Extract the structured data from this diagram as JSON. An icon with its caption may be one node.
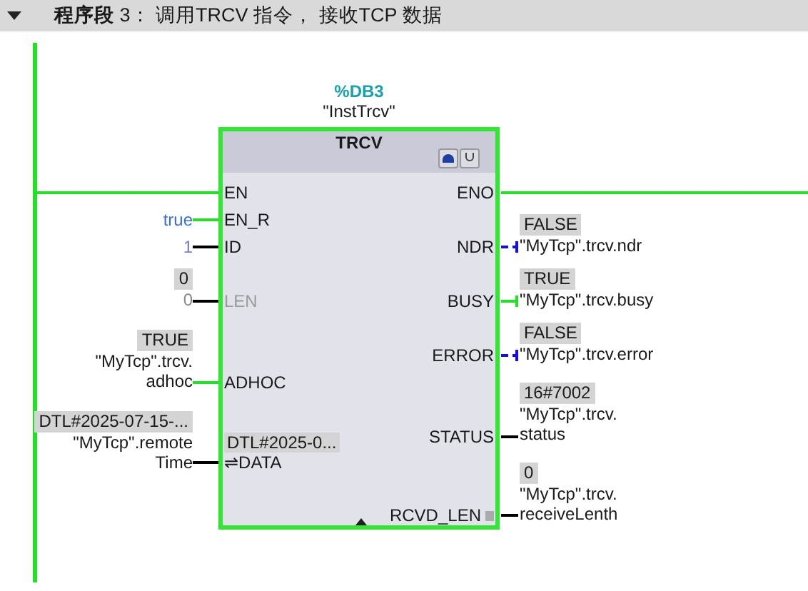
{
  "diagram": {
    "title": "**程序段** 3：  调用TRCV 指令， 接收TCP 数据",
    "nodes": [
      {
        "text": [
          "TRCV"
        ],
        "beside": [
          "%DB3",
          "\"InstTrcv\""
        ]
      },
      {
        "text": [
          "EN"
        ],
        "in": 0
      },
      {
        "text": [
          "EN_R"
        ],
        "in": 0
      },
      {
        "text": [
          "ID"
        ],
        "in": 0
      },
      {
        "text": [
          "LEN"
        ],
        "in": 0
      },
      {
        "text": [
          "ADHOC"
        ],
        "in": 0
      },
      {
        "text": [
          "DTL#2025-0...",
          "⇌DATA"
        ],
        "in": 0
      },
      {
        "text": [
          "ENO"
        ],
        "in": 0
      },
      {
        "text": [
          "NDR"
        ],
        "in": 0
      },
      {
        "text": [
          "BUSY"
        ],
        "in": 0
      },
      {
        "text": [
          "ERROR"
        ],
        "in": 0
      },
      {
        "text": [
          "STATUS"
        ],
        "in": 0
      },
      {
        "text": [
          "RCVD_LEN"
        ],
        "in": 0
      },
      {
        "text": [
          "true"
        ]
      },
      {
        "text": [
          "1"
        ]
      },
      {
        "text": [
          "0",
          "0"
        ]
      },
      {
        "text": [
          "TRUE",
          "\"MyTcp\".trcv. adhoc"
        ]
      },
      {
        "text": [
          "DTL#2025-07-15-...",
          "\"MyTcp\".remote Time"
        ]
      },
      {
        "text": [
          "FALSE",
          "\"MyTcp\".trcv.ndr"
        ]
      },
      {
        "text": [
          "TRUE",
          "\"MyTcp\".trcv.busy"
        ]
      },
      {
        "text": [
          "FALSE",
          "\"MyTcp\".trcv.error"
        ]
      },
      {
        "text": [
          "16#7002",
          "\"MyTcp\".trcv. status"
        ]
      },
      {
        "text": [
          "0",
          "\"MyTcp\".trcv. receiveLenth"
        ]
      },
      {
        "text": [],
        "shape": "bar"
      }
    ],
    "edges": [
      {
        "from": 23,
        "to": 1,
        "arrow": "none",
        "color": "#22e022"
      },
      {
        "from": 13,
        "to": 2,
        "arrow": "none",
        "color": "#22e022"
      },
      {
        "from": 14,
        "to": 3,
        "arrow": "none",
        "color": "#000000"
      },
      {
        "from": 15,
        "to": 4,
        "arrow": "none",
        "color": "#000000"
      },
      {
        "from": 16,
        "to": 5,
        "arrow": "none",
        "color": "#22e022"
      },
      {
        "from": 17,
        "to": 6,
        "arrow": "none",
        "color": "#000000"
      },
      {
        "from": 7,
        "to": null,
        "arrow": "none",
        "color": "#22e022"
      },
      {
        "from": 8,
        "to": 18,
        "arrow": "other",
        "style": "dashed",
        "color": "#1010e0"
      },
      {
        "from": 9,
        "to": 19,
        "arrow": "other",
        "color": "#22e022"
      },
      {
        "from": 10,
        "to": 20,
        "arrow": "other",
        "style": "dashed",
        "color": "#1010e0"
      },
      {
        "from": 11,
        "to": 21,
        "arrow": "none",
        "color": "#000000"
      },
      {
        "from": 12,
        "to": 22,
        "arrow": "none",
        "color": "#000000"
      }
    ]
  }
}
